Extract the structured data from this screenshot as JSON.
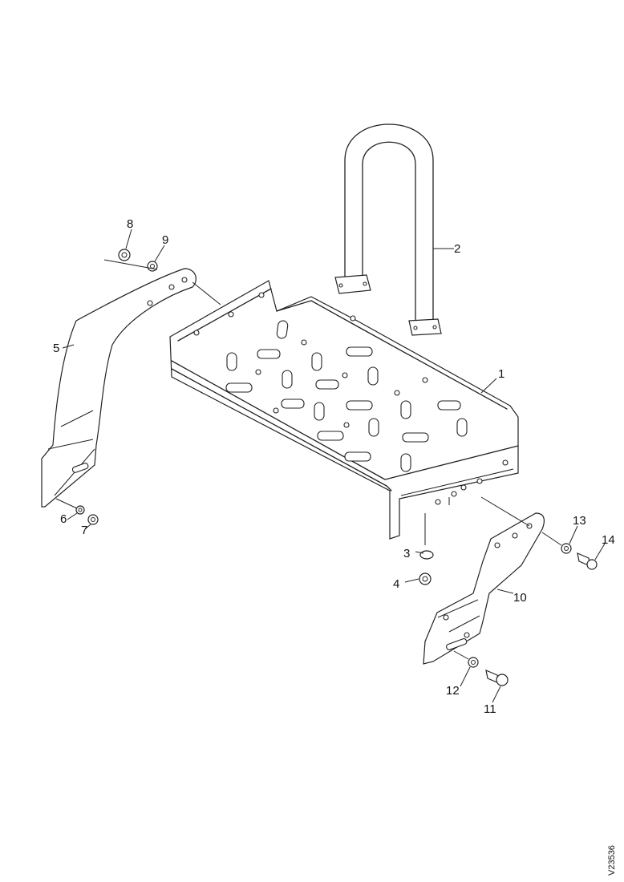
{
  "callouts": {
    "c1": "1",
    "c2": "2",
    "c3": "3",
    "c4": "4",
    "c5": "5",
    "c6": "6",
    "c7": "7",
    "c8": "8",
    "c9": "9",
    "c10": "10",
    "c11": "11",
    "c12": "12",
    "c13": "13",
    "c14": "14"
  },
  "drawing_code": "V23536"
}
